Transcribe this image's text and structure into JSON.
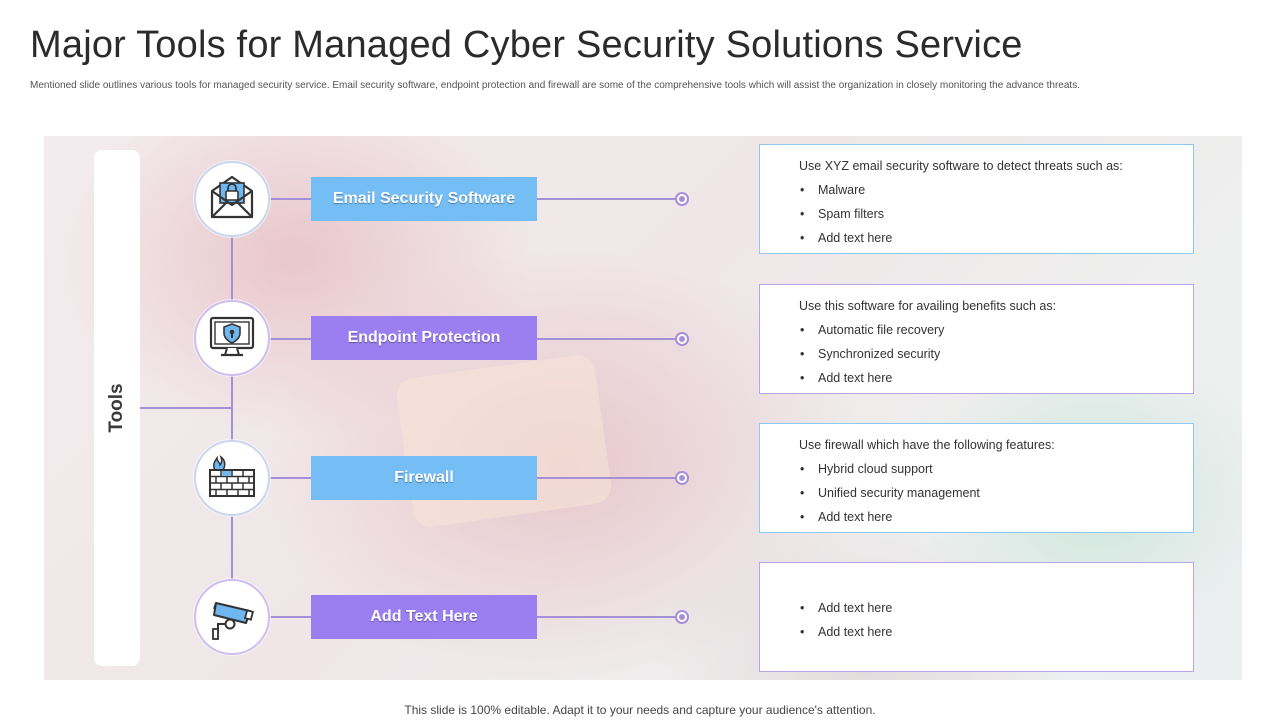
{
  "slide": {
    "title": "Major Tools for Managed Cyber Security Solutions Service",
    "subtitle": "Mentioned slide outlines various tools for managed security service. Email security software, endpoint protection and firewall are some of the comprehensive tools which will assist the organization in closely monitoring the advance threats.",
    "footer": "This slide is 100% editable. Adapt it to your needs and capture your audience's attention."
  },
  "tools_label": "Tools",
  "colors": {
    "blue": "#74bdf5",
    "violet": "#9b7ef0",
    "connector": "#a58fd8"
  },
  "tools": [
    {
      "icon": "email-lock-icon",
      "label": "Email Security Software",
      "intro": "Use XYZ  email security software  to detect threats such as:",
      "bullets": [
        "Malware",
        "Spam filters",
        "Add text here"
      ]
    },
    {
      "icon": "monitor-shield-icon",
      "label": "Endpoint Protection",
      "intro": "Use this software for availing benefits such as:",
      "bullets": [
        "Automatic file recovery",
        "Synchronized security",
        "Add text here"
      ]
    },
    {
      "icon": "firewall-icon",
      "label": "Firewall",
      "intro": "Use firewall  which have the following  features:",
      "bullets": [
        "Hybrid cloud support",
        "Unified  security management",
        "Add text here"
      ]
    },
    {
      "icon": "security-camera-icon",
      "label": "Add  Text Here",
      "intro": "",
      "bullets": [
        "Add text here",
        "Add text here"
      ]
    }
  ]
}
